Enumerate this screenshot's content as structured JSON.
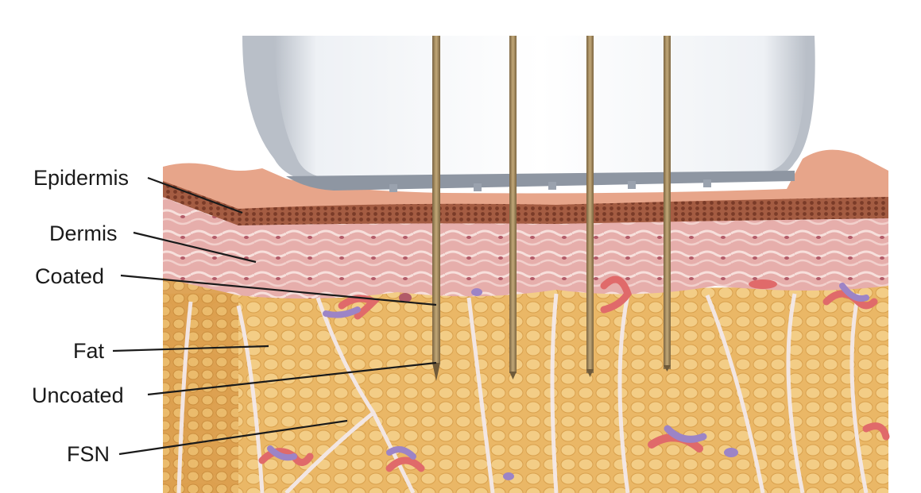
{
  "diagram": {
    "labels": {
      "epidermis": "Epidermis",
      "dermis": "Dermis",
      "coated": "Coated",
      "fat": "Fat",
      "uncoated": "Uncoated",
      "fsn": "FSN"
    },
    "colors": {
      "epidermis_surface": "#e7a58a",
      "epidermis_granular": "#8c4a34",
      "dermis": "#e9b6b3",
      "dermis_fibers": "#f6dcd8",
      "fat": "#eab766",
      "fat_cells": "#f3cd86",
      "fat_side": "#d99a48",
      "septa": "#f1e6e6",
      "vessel_red": "#e06a6a",
      "vessel_purple": "#9c84c6",
      "needle": "#a58a5a",
      "needle_tip": "#6f5a3a",
      "handpiece": "#f1f3f6",
      "handpiece_edge": "#8e96a2",
      "leader_line": "#1a1a1a"
    }
  }
}
